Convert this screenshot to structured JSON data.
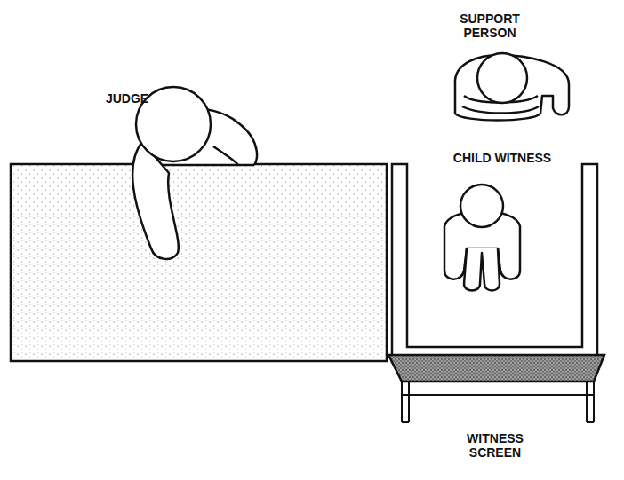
{
  "diagram": {
    "labels": [
      "JUDGE",
      "SUPPORT PERSON",
      "CHILD WITNESS",
      "WITNESS SCREEN"
    ]
  }
}
